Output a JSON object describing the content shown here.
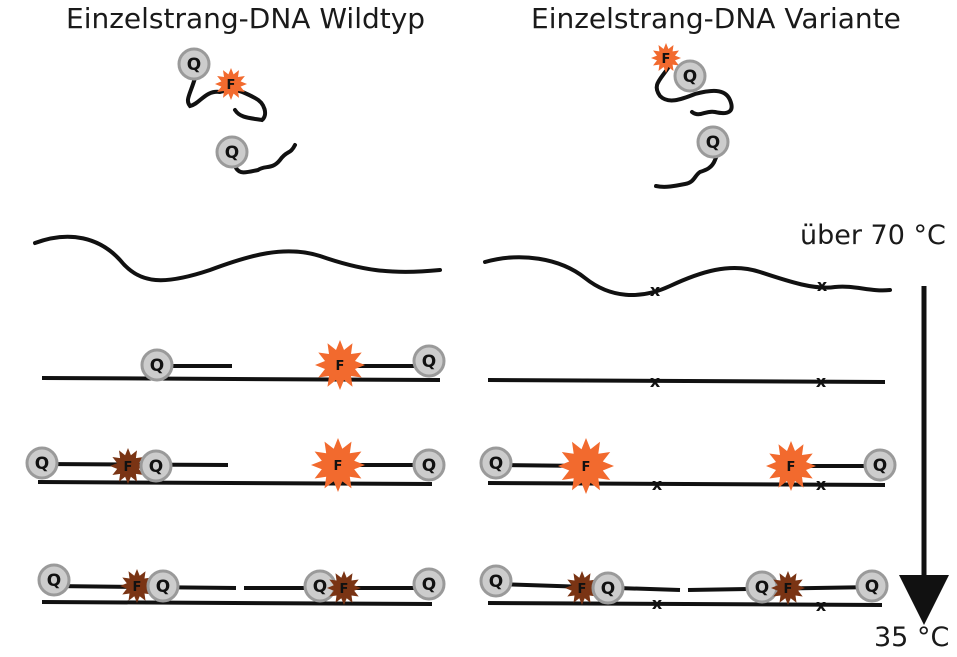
{
  "titles": {
    "left": "Einzelstrang-DNA Wildtyp",
    "right": "Einzelstrang-DNA Variante"
  },
  "temperature": {
    "high": "über 70 °C",
    "low": "35 °C"
  },
  "labels": {
    "quencher": "Q",
    "fluorophore": "F",
    "mismatch": "x"
  },
  "colors": {
    "fluorophore_active": "#f26a2e",
    "fluorophore_quenched": "#7a3414",
    "quencher_fill": "#cccccc",
    "quencher_stroke": "#9a9a9a",
    "strand": "#111111"
  }
}
